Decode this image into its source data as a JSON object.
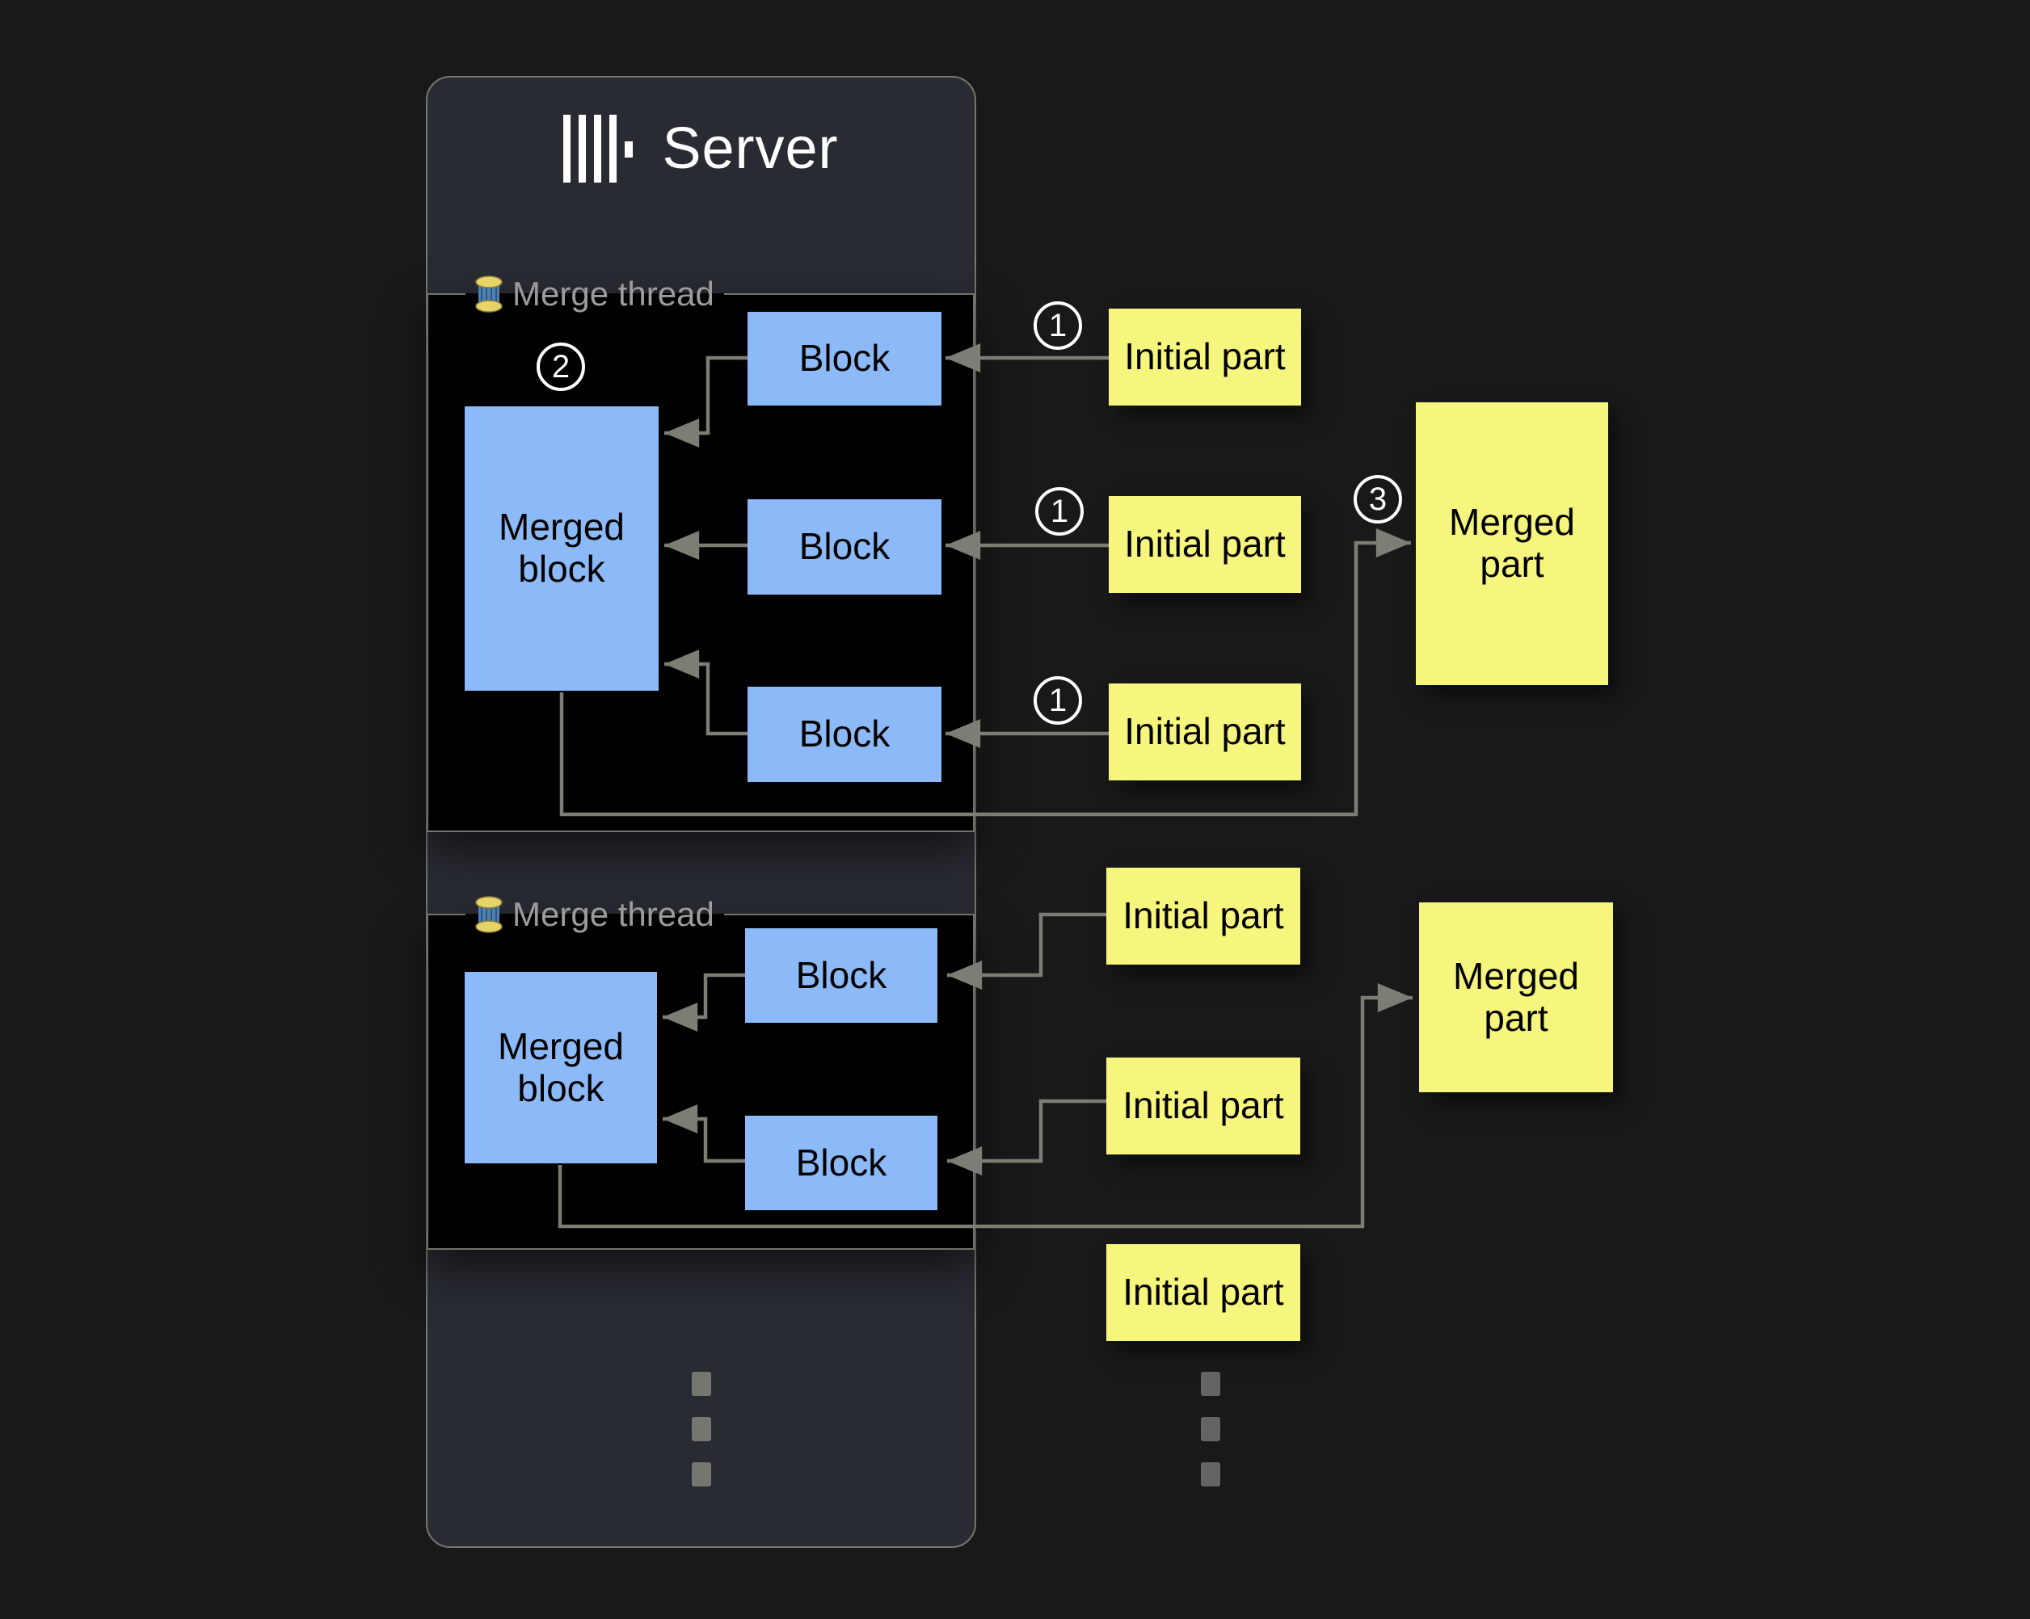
{
  "colors": {
    "background": "#191919",
    "card": "#282b32",
    "card_border": "#77776c",
    "thread_box": "#000000",
    "thread_box_border": "#72726a",
    "block_blue": "#8cbaf8",
    "part_yellow": "#f6f67e",
    "arrow_gray": "#7d7d75",
    "label_gray": "#9c9c9c",
    "badge_white": "#ffffff"
  },
  "server": {
    "title": "Server"
  },
  "threads": [
    {
      "label": "Merge thread",
      "merged_block_label": "Merged block",
      "blocks": [
        "Block",
        "Block",
        "Block"
      ]
    },
    {
      "label": "Merge thread",
      "merged_block_label": "Merged block",
      "blocks": [
        "Block",
        "Block"
      ]
    }
  ],
  "initial_parts": [
    "Initial part",
    "Initial part",
    "Initial part",
    "Initial part",
    "Initial part",
    "Initial part"
  ],
  "merged_parts": [
    "Merged part",
    "Merged part"
  ],
  "badges": {
    "step1": "1",
    "step2": "2",
    "step3": "3"
  }
}
